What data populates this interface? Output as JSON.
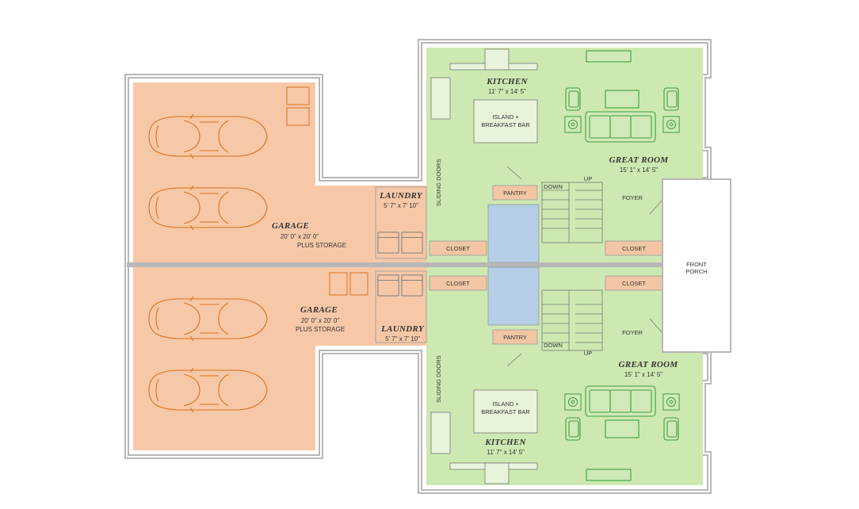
{
  "colors": {
    "garage": "#f7c8a7",
    "living": "#cde9b1",
    "bath": "#b5cde6",
    "closet": "#f2c6a4",
    "wall": "#b7b7b7",
    "car_stroke": "#d9711f",
    "furniture_stroke": "#3fa03a"
  },
  "units": [
    {
      "garage": {
        "title": "GARAGE",
        "dims": "20' 0\" x 20' 0\"",
        "note": "PLUS STORAGE"
      },
      "laundry": {
        "title": "LAUNDRY",
        "dims": "5' 7\" x 7' 10\""
      },
      "kitchen": {
        "title": "KITCHEN",
        "dims": "11' 7\" x 14' 5\""
      },
      "island": {
        "line1": "ISLAND +",
        "line2": "BREAKFAST BAR"
      },
      "great_room": {
        "title": "GREAT ROOM",
        "dims": "15' 1\" x 14' 5\""
      },
      "sliding_doors": "SLIDING DOORS",
      "pantry": "PANTRY",
      "closet_left": "CLOSET",
      "closet_right": "CLOSET",
      "foyer": "FOYER",
      "stair_up": "UP",
      "stair_down": "DOWN"
    },
    {
      "garage": {
        "title": "GARAGE",
        "dims": "20' 0\" x 20' 0\"",
        "note": "PLUS STORAGE"
      },
      "laundry": {
        "title": "LAUNDRY",
        "dims": "5' 7\" x 7' 10\""
      },
      "kitchen": {
        "title": "KITCHEN",
        "dims": "11' 7\" x 14' 5\""
      },
      "island": {
        "line1": "ISLAND +",
        "line2": "BREAKFAST BAR"
      },
      "great_room": {
        "title": "GREAT ROOM",
        "dims": "15' 1\" x 14' 5\""
      },
      "sliding_doors": "SLIDING DOORS",
      "pantry": "PANTRY",
      "closet_left": "CLOSET",
      "closet_right": "CLOSET",
      "foyer": "FOYER",
      "stair_up": "UP",
      "stair_down": "DOWN"
    }
  ],
  "front_porch": {
    "line1": "FRONT",
    "line2": "PORCH"
  }
}
